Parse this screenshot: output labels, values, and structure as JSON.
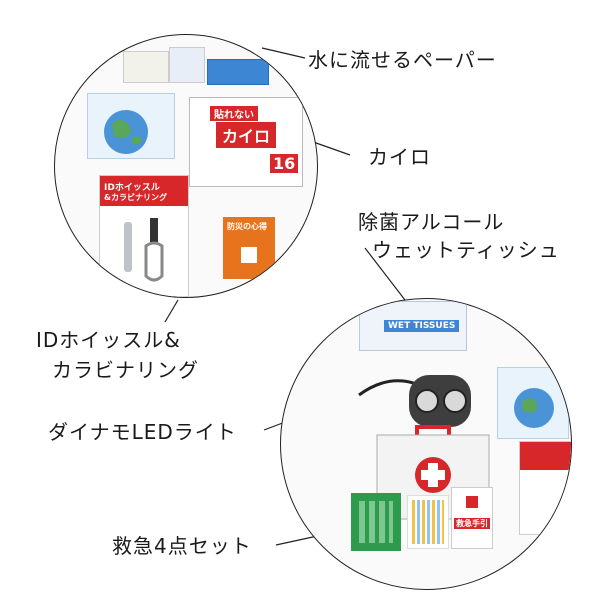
{
  "labels": {
    "wet_paper": "水に流せるペーパー",
    "kairo": "カイロ",
    "wet_tissue_line1": "除菌アルコール",
    "wet_tissue_line2": "ウェットティッシュ",
    "whistle_line1": "IDホイッスル&",
    "whistle_line2": "カラビナリング",
    "dynamo": "ダイナモLEDライト",
    "first_aid": "救急4点セット"
  },
  "package_text": {
    "kairo_title": "カイロ",
    "kairo_sub": "貼れない",
    "kairo_badge": "16",
    "whistle_title": "IDホイッスル",
    "whistle_sub": "&カラビナリング",
    "wet_tissue": "WET TISSUES",
    "guide": "救急手引",
    "orange_card": "防災の心得"
  },
  "colors": {
    "line": "#222222",
    "red": "#d8272a",
    "orange": "#e8731d",
    "green": "#2e9b4c",
    "blue": "#3d86d3"
  }
}
